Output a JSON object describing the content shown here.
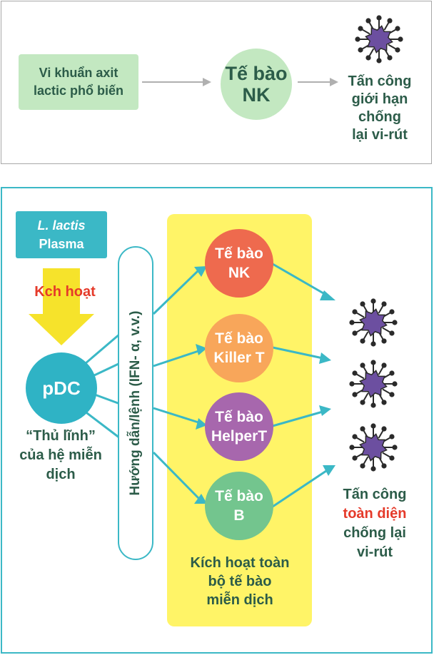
{
  "top_panel": {
    "source_box": "Vi khuẩn axit\nlactic phổ biến",
    "nk_cell": "Tế bào\nNK",
    "result": "Tấn công\ngiới hạn\nchống\nlại vi-rút"
  },
  "bottom_panel": {
    "lactis_line1": "L. lactis",
    "lactis_line2": "Plasma",
    "activate": "Kch hoạt",
    "pdc": "pDC",
    "pdc_caption": "“Thủ lĩnh”\ncủa hệ miễn\ndịch",
    "command": "Hướng dẫn/lệnh (IFN- α, v.v.)",
    "cells": [
      {
        "label": "Tế bào\nNK",
        "color": "#ee6a4e"
      },
      {
        "label": "Tế bào\nKiller T",
        "color": "#f8a65a"
      },
      {
        "label": "Tế bào\nHelperT",
        "color": "#a767ad"
      },
      {
        "label": "Tế bào\nB",
        "color": "#73c58e"
      }
    ],
    "yellow_caption": "Kích hoạt toàn\nbộ tế bào\nmiễn dịch",
    "result_line1": "Tấn công",
    "result_highlight": "toàn diện",
    "result_line3": "chống lại",
    "result_line4": "vi-rút"
  },
  "colors": {
    "teal": "#3bb8c6",
    "virus": "#6c4fa0",
    "dark_green_text": "#2c5c49",
    "highlight_red": "#e53a2a",
    "yellow_panel": "#fff467",
    "arrow_grey": "#b0b0b0"
  },
  "icons": [
    "virus-icon",
    "down-arrow-icon",
    "right-arrow-icon"
  ]
}
